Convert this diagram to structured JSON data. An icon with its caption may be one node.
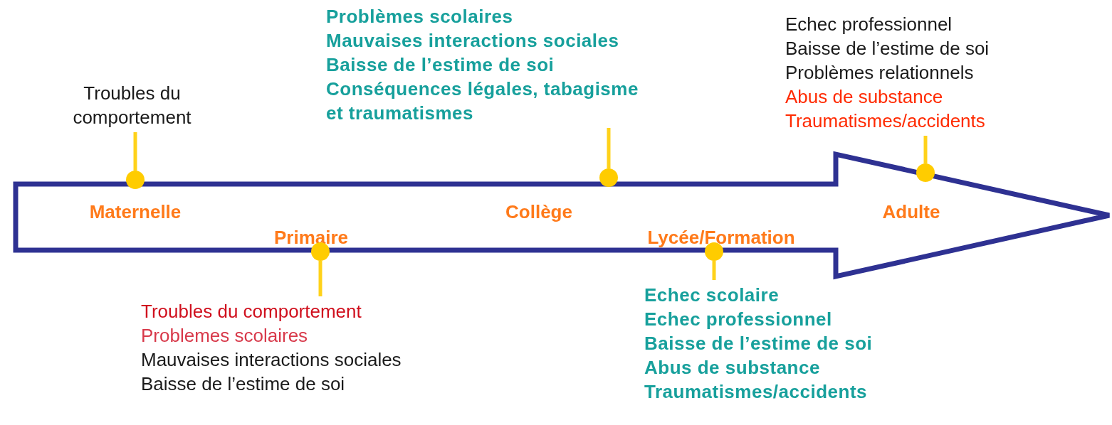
{
  "diagram": {
    "nodes": [
      {
        "text": [
          "Maternelle",
          "Primaire",
          "Collège",
          "Lycée/Formation",
          "Adulte"
        ]
      },
      {
        "text": [],
        "shape": "circle"
      },
      {
        "text": [],
        "shape": "circle"
      },
      {
        "text": [],
        "shape": "circle"
      },
      {
        "text": [],
        "shape": "circle"
      },
      {
        "text": [],
        "shape": "circle"
      },
      {
        "text": [
          "Troubles du comportement"
        ]
      },
      {
        "text": [
          "Problèmes scolaires",
          "Mauvaises interactions sociales",
          "Baisse de l’estime de soi",
          "Conséquences légales, tabagisme et traumatismes"
        ]
      },
      {
        "text": [
          "Echec professionnel",
          "Baisse de l’estime de soi",
          "Problèmes relationnels",
          "Abus de substance",
          "Traumatismes/accidents"
        ]
      },
      {
        "text": [
          "Troubles du comportement",
          "Problemes scolaires",
          "Mauvaises interactions sociales",
          "Baisse de l’estime de soi"
        ]
      },
      {
        "text": [
          "Echec scolaire",
          "Echec professionnel",
          "Baisse de l’estime de soi",
          "Abus de substance",
          "Traumatismes/accidents"
        ]
      }
    ],
    "edges": [
      {
        "from": 6,
        "to": 1,
        "arrow": "none"
      },
      {
        "from": 7,
        "to": 3,
        "arrow": "none"
      },
      {
        "from": 8,
        "to": 5,
        "arrow": "none"
      },
      {
        "from": 9,
        "to": 2,
        "arrow": "none"
      },
      {
        "from": 10,
        "to": 4,
        "arrow": "none"
      }
    ]
  }
}
